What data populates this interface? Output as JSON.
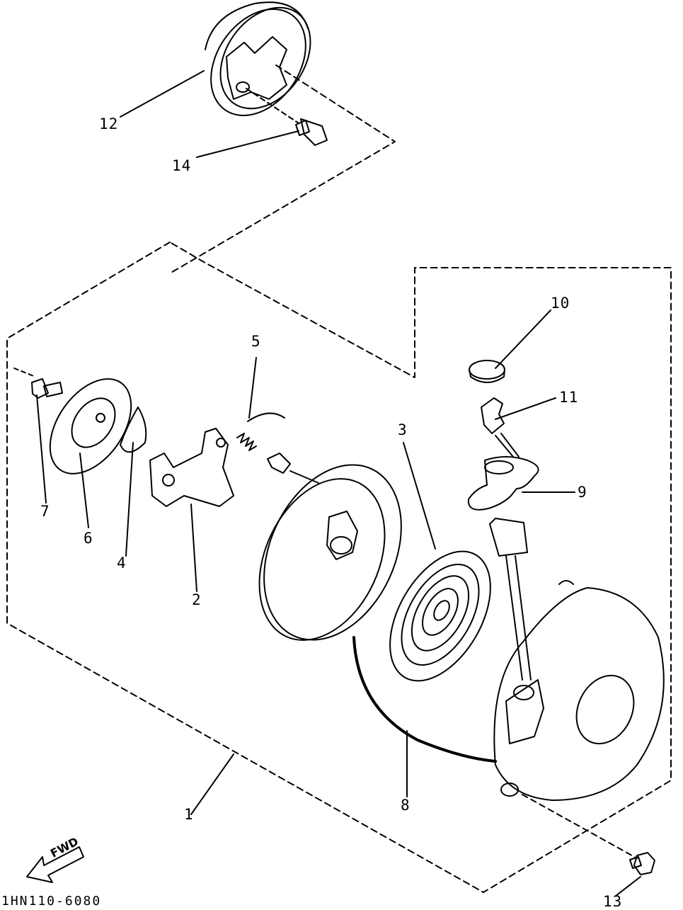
{
  "diagram": {
    "drawing_code": "1HN110-6080",
    "direction_label": "FWD",
    "callouts": [
      {
        "id": "12",
        "part": "starter-pulley"
      },
      {
        "id": "14",
        "part": "bolt"
      },
      {
        "id": "10",
        "part": "cap"
      },
      {
        "id": "5",
        "part": "spring"
      },
      {
        "id": "11",
        "part": "rope-knot"
      },
      {
        "id": "3",
        "part": "recoil-spring"
      },
      {
        "id": "9",
        "part": "handle"
      },
      {
        "id": "7",
        "part": "bolt"
      },
      {
        "id": "6",
        "part": "plate"
      },
      {
        "id": "4",
        "part": "clip-spring"
      },
      {
        "id": "2",
        "part": "drive-pawl"
      },
      {
        "id": "8",
        "part": "starter-rope"
      },
      {
        "id": "1",
        "part": "recoil-starter-assembly"
      },
      {
        "id": "13",
        "part": "bolt"
      }
    ]
  },
  "colors": {
    "ink": "#000000",
    "paper": "#ffffff"
  }
}
